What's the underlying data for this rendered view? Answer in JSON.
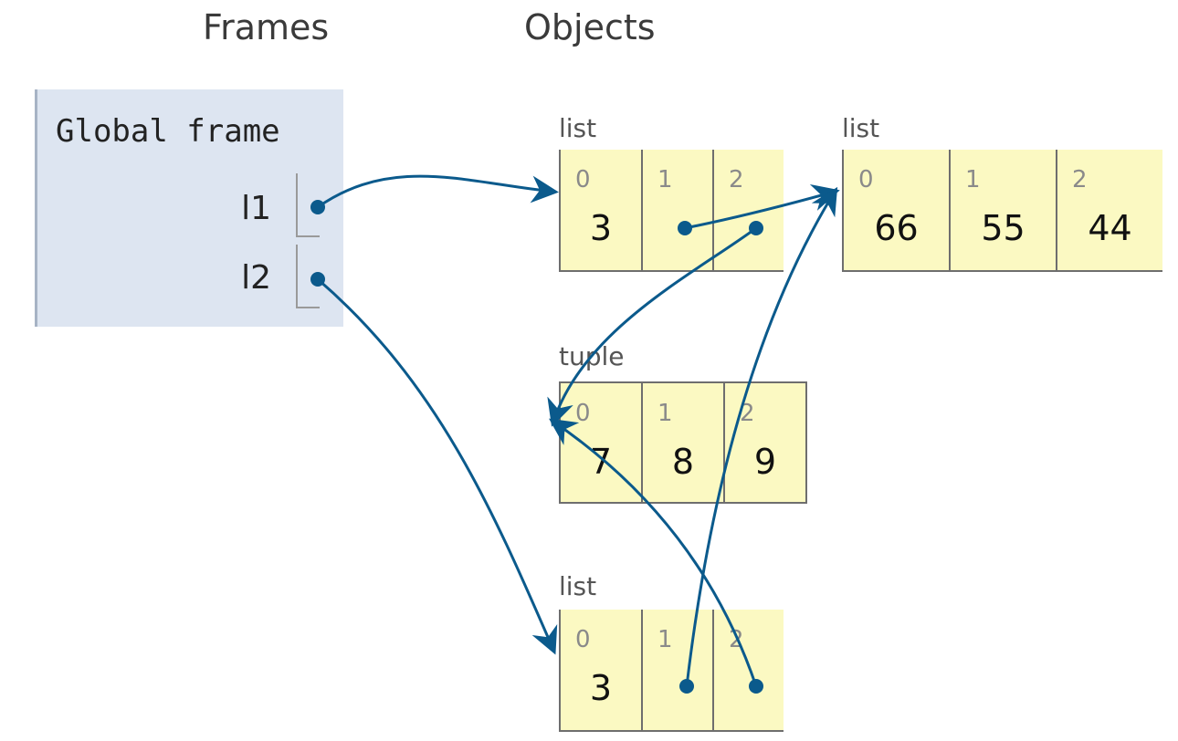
{
  "headings": {
    "frames": "Frames",
    "objects": "Objects"
  },
  "frame": {
    "title": "Global frame",
    "vars": [
      {
        "name": "l1",
        "target": "list-a"
      },
      {
        "name": "l2",
        "target": "list-c"
      }
    ]
  },
  "objects": {
    "list_a": {
      "type": "list",
      "cells": [
        {
          "index": "0",
          "value": "3"
        },
        {
          "index": "1",
          "ref": "list-b"
        },
        {
          "index": "2",
          "ref": "tuple"
        }
      ]
    },
    "list_b": {
      "type": "list",
      "cells": [
        {
          "index": "0",
          "value": "66"
        },
        {
          "index": "1",
          "value": "55"
        },
        {
          "index": "2",
          "value": "44"
        }
      ]
    },
    "tuple": {
      "type": "tuple",
      "cells": [
        {
          "index": "0",
          "value": "7"
        },
        {
          "index": "1",
          "value": "8"
        },
        {
          "index": "2",
          "value": "9"
        }
      ]
    },
    "list_c": {
      "type": "list",
      "cells": [
        {
          "index": "0",
          "value": "3"
        },
        {
          "index": "1",
          "ref": "list-b"
        },
        {
          "index": "2",
          "ref": "tuple"
        }
      ]
    }
  },
  "colors": {
    "pointer": "#0b5a8c",
    "frame_bg": "#dde5f1",
    "cell_bg": "#fbf9c2"
  }
}
